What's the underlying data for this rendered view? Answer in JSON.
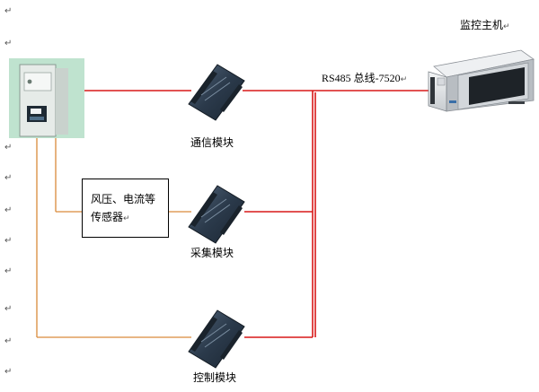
{
  "diagram": {
    "host_label": "监控主机",
    "bus_label": "RS485 总线-7520",
    "sensor_box": {
      "line1": "风压、电流等",
      "line2": "传感器"
    },
    "modules": [
      {
        "label": "通信模块"
      },
      {
        "label": "采集模块"
      },
      {
        "label": "控制模块"
      }
    ],
    "paragraph_mark": "↵",
    "colors": {
      "bus_red": "#d81818",
      "control_orange": "#d98a3a",
      "module_body": "#2e3f52",
      "cabinet_green": "#bfe3cf",
      "monitor_panel": "#e9ecef"
    }
  }
}
